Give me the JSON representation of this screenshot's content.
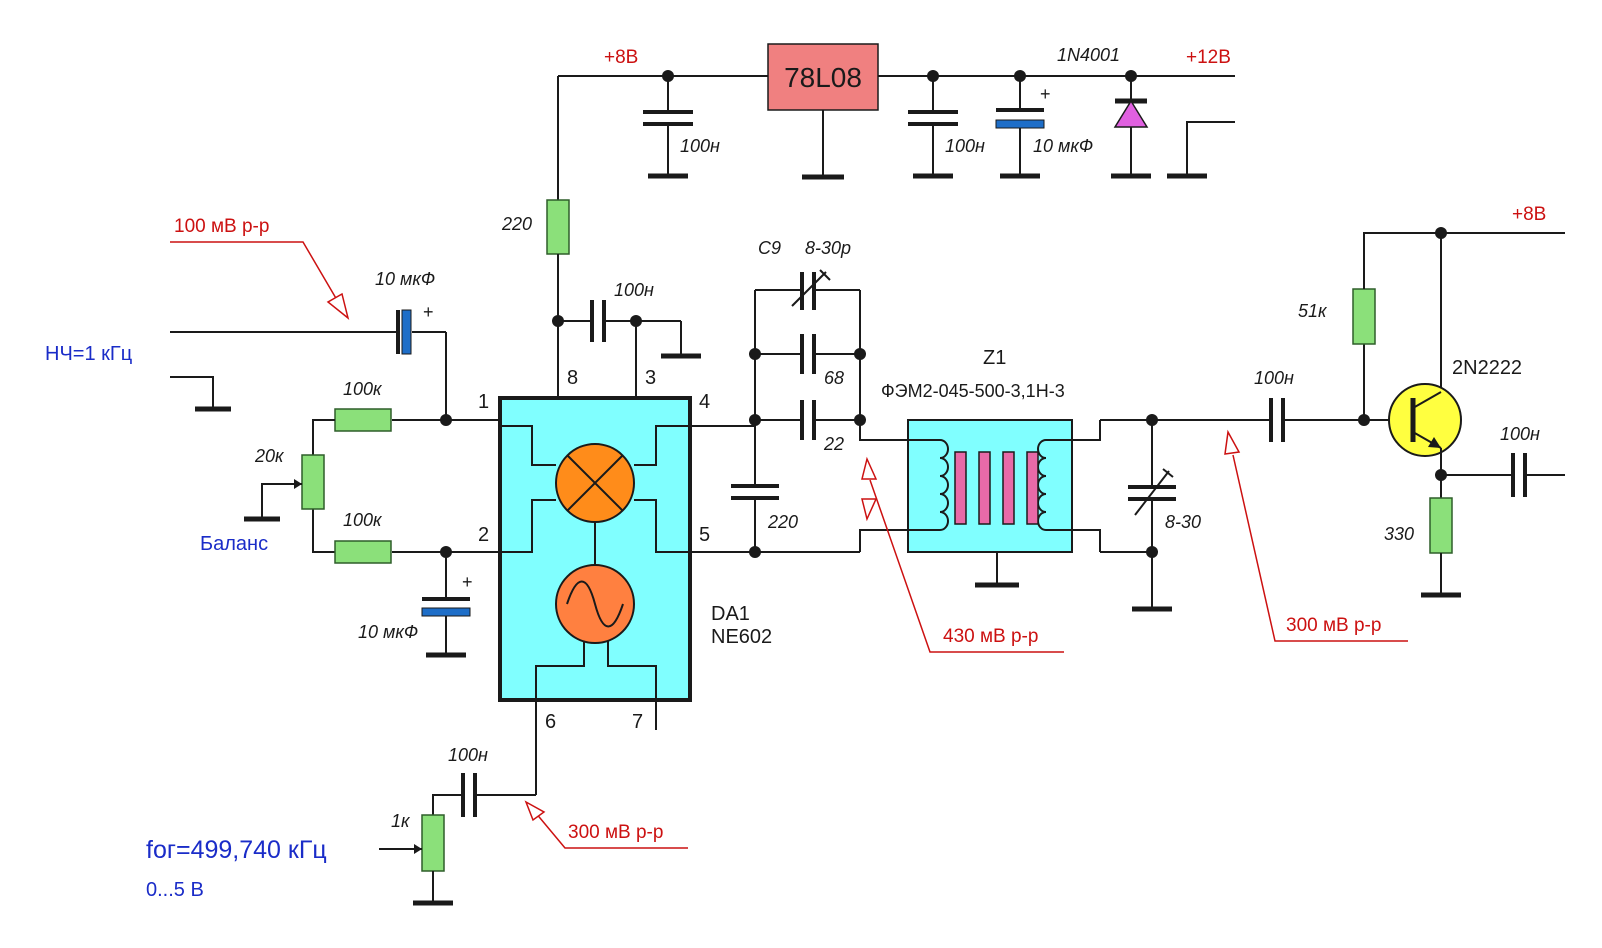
{
  "colors": {
    "resistor": "#8be07a",
    "ic_body": "#80ffff",
    "mixer": "#ff8c1a",
    "oscillator": "#ff8040",
    "regulator": "#f08080",
    "electrolytic_plate": "#1e6ec8",
    "diode": "#e060e0",
    "coil": "#40a060",
    "filter_resonator": "#e86aa8",
    "transistor": "#ffff40",
    "annotation_red": "#cc1111",
    "annotation_blue": "#1a2cc8"
  },
  "icons": [
    "mixer-icon",
    "sine-wave-icon",
    "transistor-icon",
    "diode-icon"
  ],
  "labels": {
    "plus8_top": "+8В",
    "regulator": "78L08",
    "diode_name": "1N4001",
    "plus12": "+12В",
    "c_100n_a": "100н",
    "c_100n_b": "100н",
    "c_10u_top": "10 мкФ",
    "plus_sign": "+",
    "r220": "220",
    "c_100n_pin8": "100н",
    "c9": "C9",
    "c9_val": "8-30р",
    "c68": "68",
    "c22": "22",
    "c220": "220",
    "z1": "Z1",
    "z1_part": "ФЭМ2-045-500-3,1Н-3",
    "trim_830": "8-30",
    "c_100n_out": "100н",
    "r51k": "51к",
    "transistor": "2N2222",
    "plus8_right": "+8В",
    "c_100n_emitter": "100н",
    "r330": "330",
    "in_level": "100 мВ р-р",
    "c_10u_in": "10 мкФ",
    "lf_input": "НЧ=1 кГц",
    "r100k_a": "100к",
    "r100k_b": "100к",
    "r20k": "20к",
    "balance": "Баланс",
    "c_10u_bottom": "10 мкФ",
    "pin1": "1",
    "pin2": "2",
    "pin3": "3",
    "pin4": "4",
    "pin5": "5",
    "pin6": "6",
    "pin7": "7",
    "pin8": "8",
    "da1": "DA1",
    "ne602": "NE602",
    "c_100n_osc": "100н",
    "r1k": "1к",
    "fog": "fог=499,740 кГц",
    "range": "0...5 В",
    "lvl_osc": "300 мВ р-р",
    "lvl_mix": "430 мВ р-р",
    "lvl_filter": "300 мВ р-р"
  }
}
